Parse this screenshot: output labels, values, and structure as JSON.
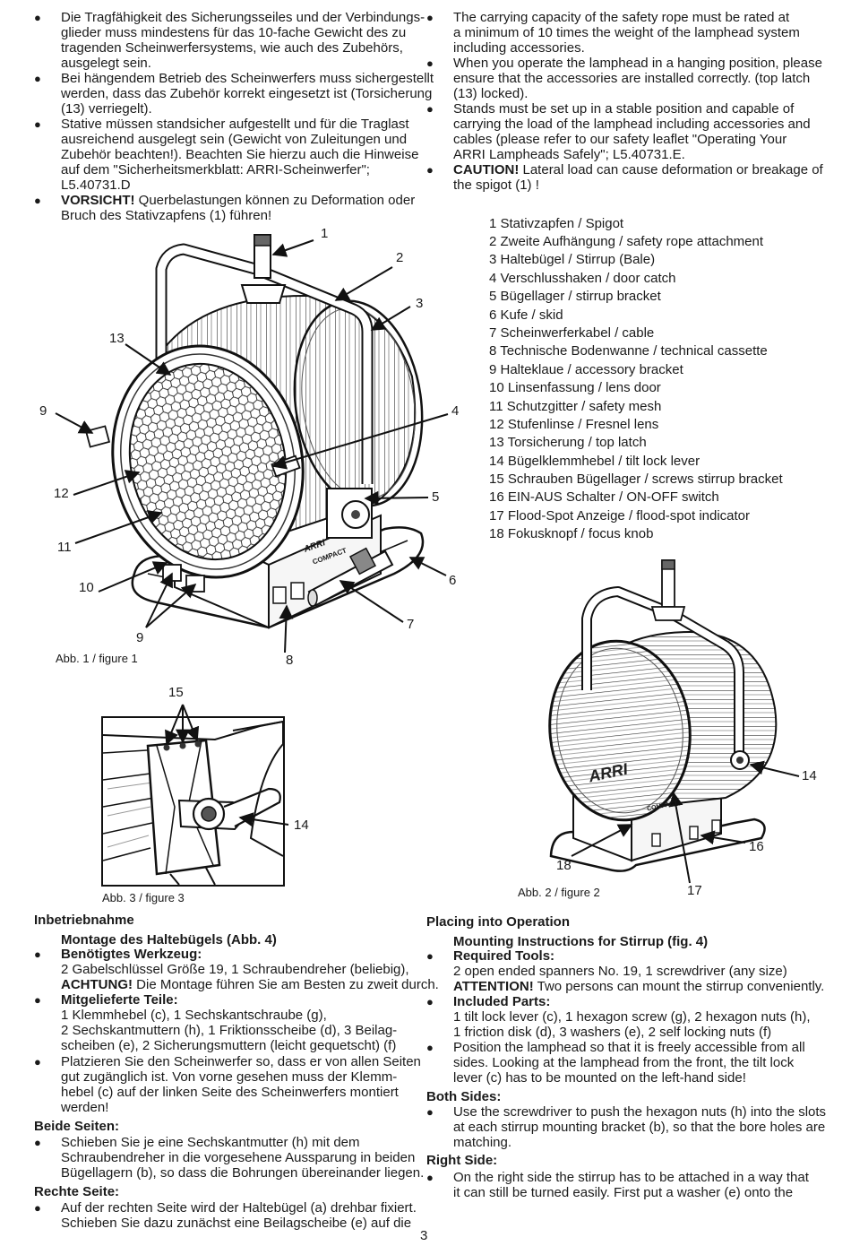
{
  "top_left": [
    [
      "Die Tragfähigkeit des Sicherungsseiles und der Verbindungs-",
      "glieder muss mindestens für das 10-fache Gewicht des zu",
      "tragenden Scheinwerfersystems, wie auch des Zubehörs,",
      "ausgelegt sein."
    ],
    [
      "Bei hängendem Betrieb des Scheinwerfers muss sichergestellt",
      "werden, dass das Zubehör korrekt eingesetzt ist (Torsicherung",
      "(13)  verriegelt)."
    ],
    [
      "Stative müssen standsicher aufgestellt und für die Traglast",
      "ausreichend ausgelegt sein (Gewicht von Zuleitungen und",
      "Zubehör beachten!). Beachten Sie hierzu auch die Hinweise",
      "auf dem \"Sicherheitsmerkblatt: ARRI-Scheinwerfer\";",
      "L5.40731.D"
    ]
  ],
  "top_left_caution": {
    "bold": "VORSICHT!",
    "l1": " Querbelastungen können zu Deformation oder",
    "l2": "Bruch des Stativzapfens (1) führen!"
  },
  "top_right": [
    [
      "The carrying capacity of the safety rope must be rated at",
      "a minimum of 10 times the weight of the lamphead system",
      "including accessories."
    ],
    [
      "When you operate the lamphead in a hanging position, please",
      "ensure that the accessories are installed correctly. (top latch",
      "(13)  locked)."
    ],
    [
      "Stands must be set up in a stable position and capable of",
      "carrying the load of the lamphead including accessories and",
      "cables (please refer to our safety leaflet \"Operating Your",
      "ARRI Lampheads Safely\"; L5.40731.E."
    ]
  ],
  "top_right_caution": {
    "bold": "CAUTION!",
    "l1": " Lateral load can cause deformation or breakage of",
    "l2": "the spigot (1) !"
  },
  "legend": [
    "1  Stativzapfen / Spigot",
    "2  Zweite Aufhängung / safety rope attachment",
    "3  Haltebügel / Stirrup (Bale)",
    "4  Verschlusshaken / door catch",
    "5  Bügellager / stirrup bracket",
    "6  Kufe / skid",
    "7  Scheinwerferkabel / cable",
    "8 Technische Bodenwanne / technical cassette",
    "9 Halteklaue / accessory bracket",
    "10 Linsenfassung / lens door",
    "11 Schutzgitter / safety mesh",
    "12 Stufenlinse / Fresnel lens",
    "13 Torsicherung / top latch",
    "14 Bügelklemmhebel / tilt lock lever",
    "15 Schrauben Bügellager / screws stirrup bracket",
    "16 EIN-AUS Schalter / ON-OFF switch",
    "17 Flood-Spot Anzeige / flood-spot indicator",
    "18 Fokusknopf / focus knob"
  ],
  "fig1": {
    "caption": "Abb. 1 / figure 1",
    "callouts": [
      "1",
      "2",
      "3",
      "4",
      "5",
      "6",
      "7",
      "8",
      "9",
      "9",
      "10",
      "11",
      "12",
      "13"
    ],
    "brand": "ARRI",
    "model": "COMPACT"
  },
  "fig2": {
    "caption": "Abb. 2 / figure 2",
    "callouts": [
      "14",
      "16",
      "17",
      "18"
    ],
    "brand": "ARRI",
    "model": "COMPACT"
  },
  "fig3": {
    "caption": "Abb. 3 / figure 3",
    "callouts": [
      "15",
      "14"
    ]
  },
  "de": {
    "title": "Inbetriebnahme",
    "subtitle": "Montage des Haltebügels (Abb. 4)",
    "tools_label": "Benötigtes Werkzeug:",
    "tools_l1": "2 Gabelschlüssel Größe 19, 1 Schraubendreher (beliebig),",
    "tools_att": "ACHTUNG!",
    "tools_l2": " Die Montage führen Sie am Besten zu zweit durch.",
    "parts_label": "Mitgelieferte Teile:",
    "parts": [
      "1 Klemmhebel (c), 1 Sechskantschraube (g),",
      "2 Sechskantmuttern (h), 1 Friktionsscheibe (d), 3 Beilag-",
      "scheiben (e), 2 Sicherungsmuttern (leicht gequetscht) (f)"
    ],
    "position": [
      "Platzieren Sie den Scheinwerfer so, dass er von allen Seiten",
      "gut zugänglich ist. Von vorne gesehen muss der Klemm-",
      "hebel (c) auf der linken Seite des Scheinwerfers montiert",
      "werden!"
    ],
    "both_sides": "Beide Seiten:",
    "both_text": [
      "Schieben Sie je eine Sechskantmutter (h) mit dem",
      "Schraubendreher in die vorgesehene Aussparung in beiden",
      "Bügellagern (b), so dass die Bohrungen übereinander liegen."
    ],
    "right_side": "Rechte Seite:",
    "right_text": [
      "Auf der rechten Seite wird der Haltebügel (a) drehbar fixiert.",
      "Schieben Sie dazu zunächst eine Beilagscheibe (e) auf die"
    ]
  },
  "en": {
    "title": "Placing into Operation",
    "subtitle": "Mounting Instructions for Stirrup (fig. 4)",
    "tools_label": "Required Tools:",
    "tools_l1": "2 open ended spanners No. 19, 1 screwdriver (any size)",
    "tools_att": "ATTENTION!",
    "tools_l2": " Two persons can mount the stirrup conveniently.",
    "parts_label": "Included Parts:",
    "parts": [
      "1 tilt lock lever (c), 1 hexagon screw (g), 2 hexagon nuts (h),",
      "1 friction disk (d), 3 washers (e), 2 self locking nuts (f)"
    ],
    "position": [
      "Position the lamphead so that it is freely accessible from all",
      "sides. Looking at the lamphead from the front, the tilt lock",
      "lever (c) has to be mounted on the left-hand side!"
    ],
    "both_sides": "Both Sides:",
    "both_text": [
      "Use the screwdriver to push the hexagon nuts (h) into the slots",
      "at each stirrup mounting bracket (b), so that the bore holes are",
      "matching."
    ],
    "right_side": "Right Side:",
    "right_text": [
      "On the right side the stirrup has to be attached in a way that",
      "it can still be turned easily. First put a washer (e) onto the"
    ]
  },
  "page_number": "3",
  "bullet": "●"
}
